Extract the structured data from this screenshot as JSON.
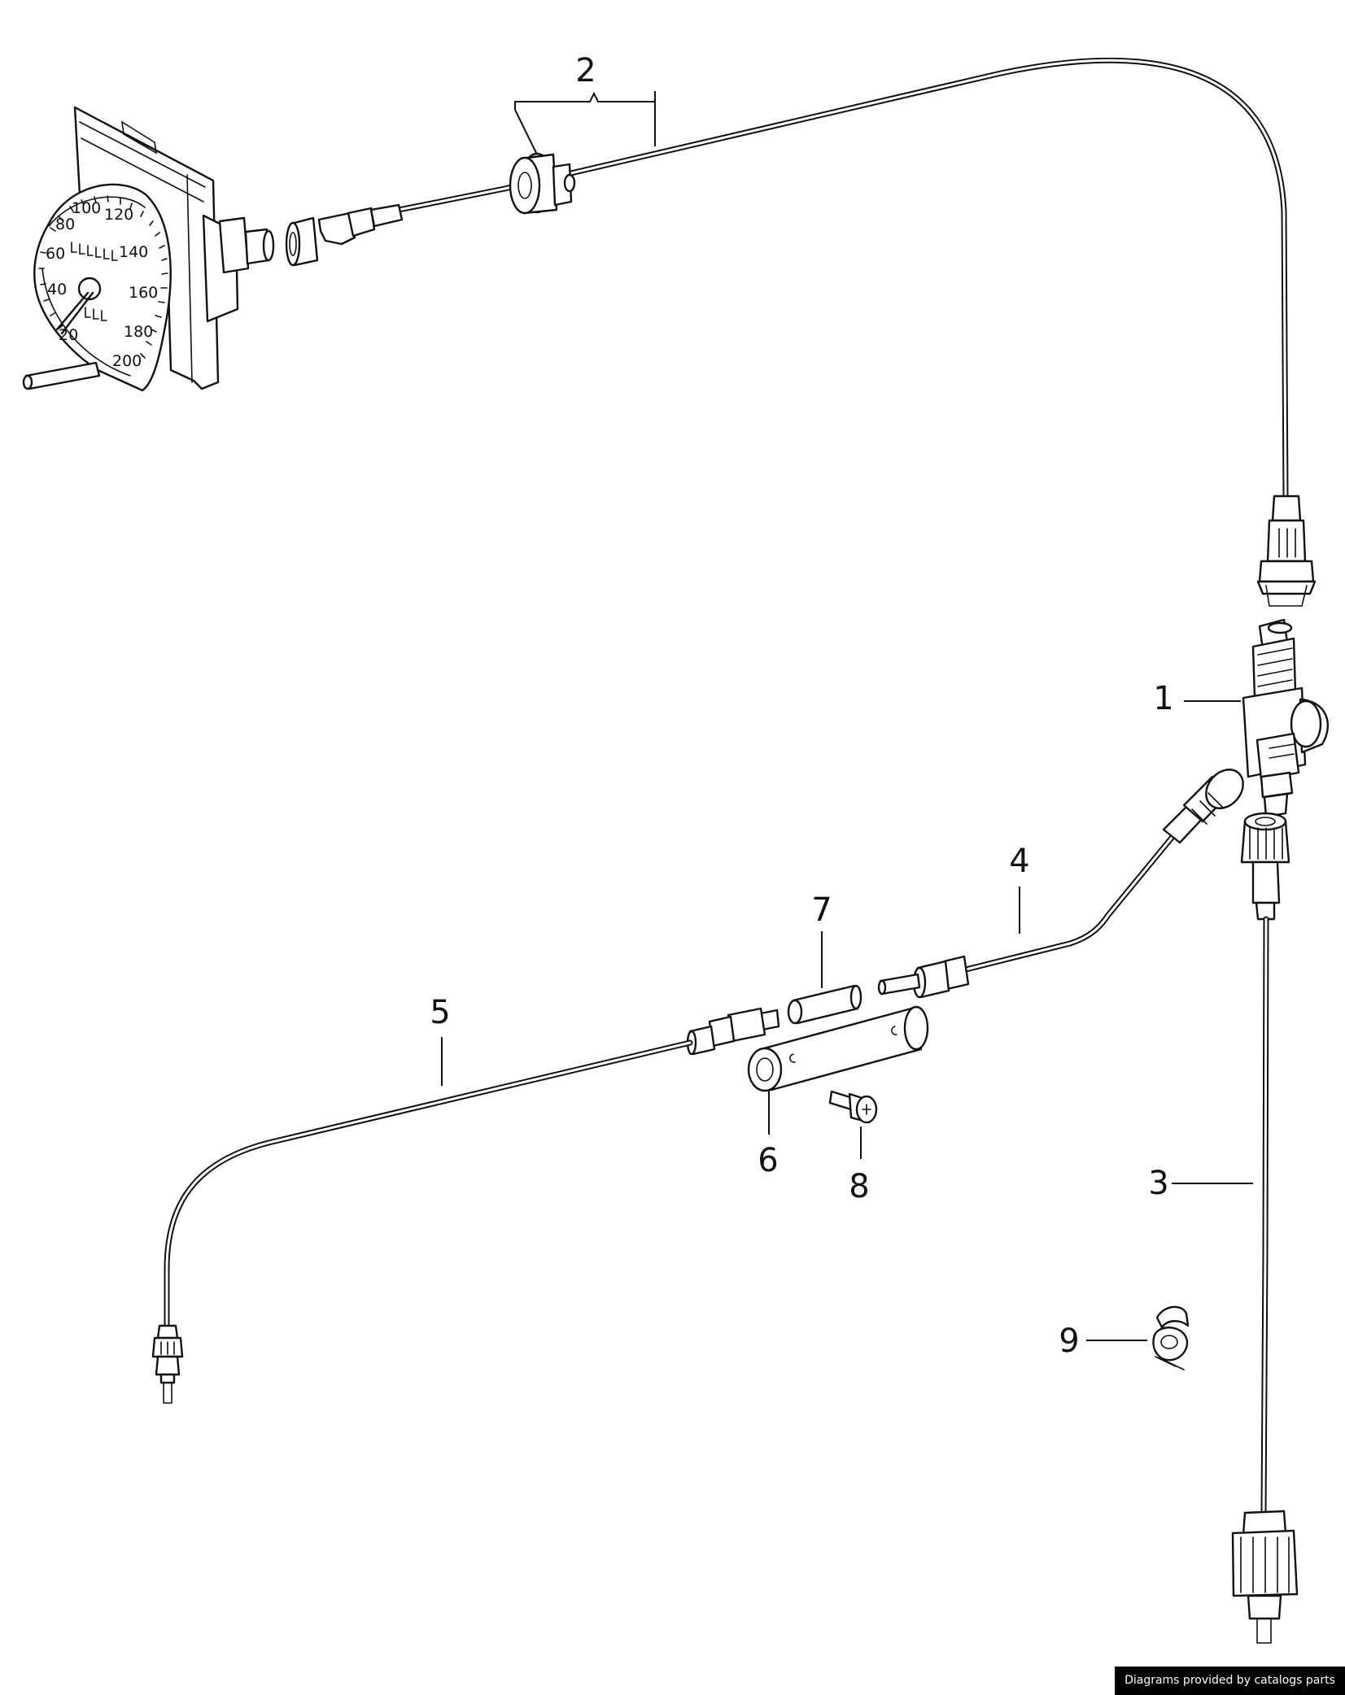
{
  "callouts": [
    {
      "id": "1",
      "label": "1"
    },
    {
      "id": "2",
      "label": "2"
    },
    {
      "id": "3",
      "label": "3"
    },
    {
      "id": "4",
      "label": "4"
    },
    {
      "id": "5",
      "label": "5"
    },
    {
      "id": "6",
      "label": "6"
    },
    {
      "id": "7",
      "label": "7"
    },
    {
      "id": "8",
      "label": "8"
    },
    {
      "id": "9",
      "label": "9"
    }
  ],
  "speedometer": {
    "scale": [
      "20",
      "40",
      "60",
      "80",
      "100",
      "120",
      "140",
      "160",
      "180",
      "200"
    ]
  },
  "credit": "Diagrams provided by catalogs parts"
}
